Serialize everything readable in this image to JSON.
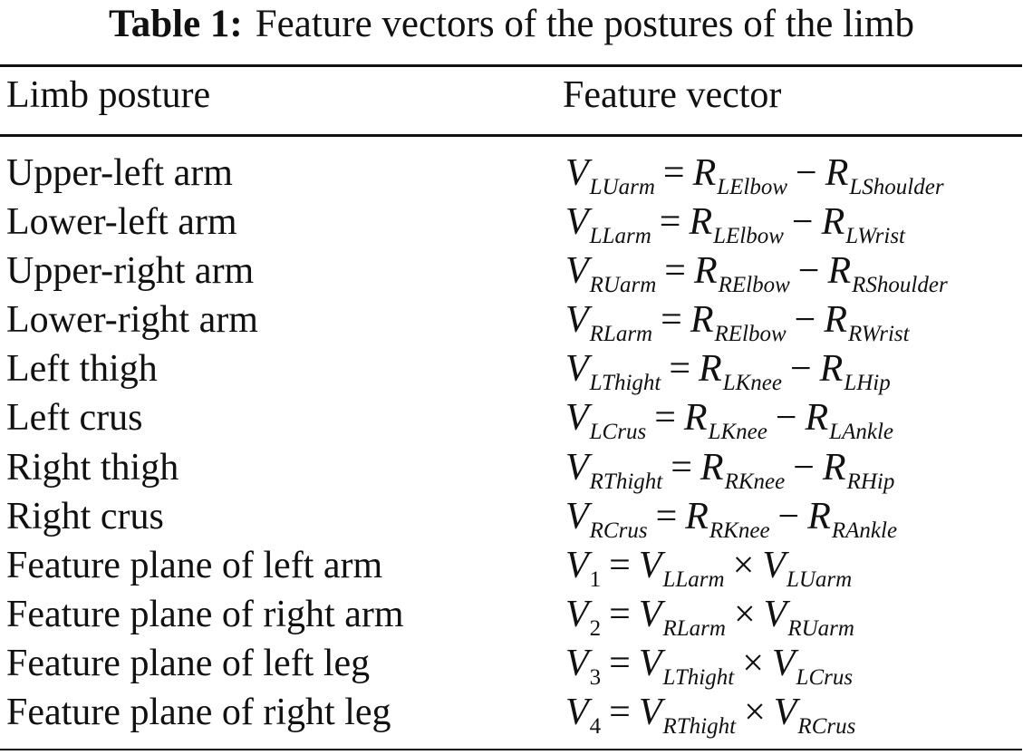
{
  "caption": {
    "label": "Table 1:",
    "text": "Feature vectors of the postures of the limb"
  },
  "header": {
    "col1": "Limb posture",
    "col2": "Feature vector"
  },
  "rows": [
    {
      "posture": "Upper-left arm",
      "lhs": "V",
      "lhs_sub": "LUarm",
      "op1": "=",
      "a": "R",
      "a_sub": "LElbow",
      "op2": "−",
      "b": "R",
      "b_sub": "LShoulder"
    },
    {
      "posture": "Lower-left arm",
      "lhs": "V",
      "lhs_sub": "LLarm",
      "op1": "=",
      "a": "R",
      "a_sub": "LElbow",
      "op2": "−",
      "b": "R",
      "b_sub": "LWrist"
    },
    {
      "posture": "Upper-right arm",
      "lhs": "V",
      "lhs_sub": "RUarm",
      "op1": "=",
      "a": "R",
      "a_sub": "RElbow",
      "op2": "−",
      "b": "R",
      "b_sub": "RShoulder"
    },
    {
      "posture": "Lower-right arm",
      "lhs": "V",
      "lhs_sub": "RLarm",
      "op1": "=",
      "a": "R",
      "a_sub": "RElbow",
      "op2": "−",
      "b": "R",
      "b_sub": "RWrist"
    },
    {
      "posture": "Left thigh",
      "lhs": "V",
      "lhs_sub": "LThight",
      "op1": "=",
      "a": "R",
      "a_sub": "LKnee",
      "op2": "−",
      "b": "R",
      "b_sub": "LHip"
    },
    {
      "posture": "Left crus",
      "lhs": "V",
      "lhs_sub": "LCrus",
      "op1": "=",
      "a": "R",
      "a_sub": "LKnee",
      "op2": "−",
      "b": "R",
      "b_sub": "LAnkle"
    },
    {
      "posture": "Right thigh",
      "lhs": "V",
      "lhs_sub": "RThight",
      "op1": "=",
      "a": "R",
      "a_sub": "RKnee",
      "op2": "−",
      "b": "R",
      "b_sub": "RHip"
    },
    {
      "posture": "Right crus",
      "lhs": "V",
      "lhs_sub": "RCrus",
      "op1": "=",
      "a": "R",
      "a_sub": "RKnee",
      "op2": "−",
      "b": "R",
      "b_sub": "RAnkle"
    },
    {
      "posture": "Feature plane of left arm",
      "lhs": "V",
      "lhs_sub": "1",
      "op1": "=",
      "a": "V",
      "a_sub": "LLarm",
      "op2": "×",
      "b": "V",
      "b_sub": "LUarm"
    },
    {
      "posture": "Feature plane of right arm",
      "lhs": "V",
      "lhs_sub": "2",
      "op1": "=",
      "a": "V",
      "a_sub": "RLarm",
      "op2": "×",
      "b": "V",
      "b_sub": "RUarm"
    },
    {
      "posture": "Feature plane of left leg",
      "lhs": "V",
      "lhs_sub": "3",
      "op1": "=",
      "a": "V",
      "a_sub": "LThight",
      "op2": "×",
      "b": "V",
      "b_sub": "LCrus"
    },
    {
      "posture": "Feature plane of right leg",
      "lhs": "V",
      "lhs_sub": "4",
      "op1": "=",
      "a": "V",
      "a_sub": "RThight",
      "op2": "×",
      "b": "V",
      "b_sub": "RCrus"
    }
  ]
}
